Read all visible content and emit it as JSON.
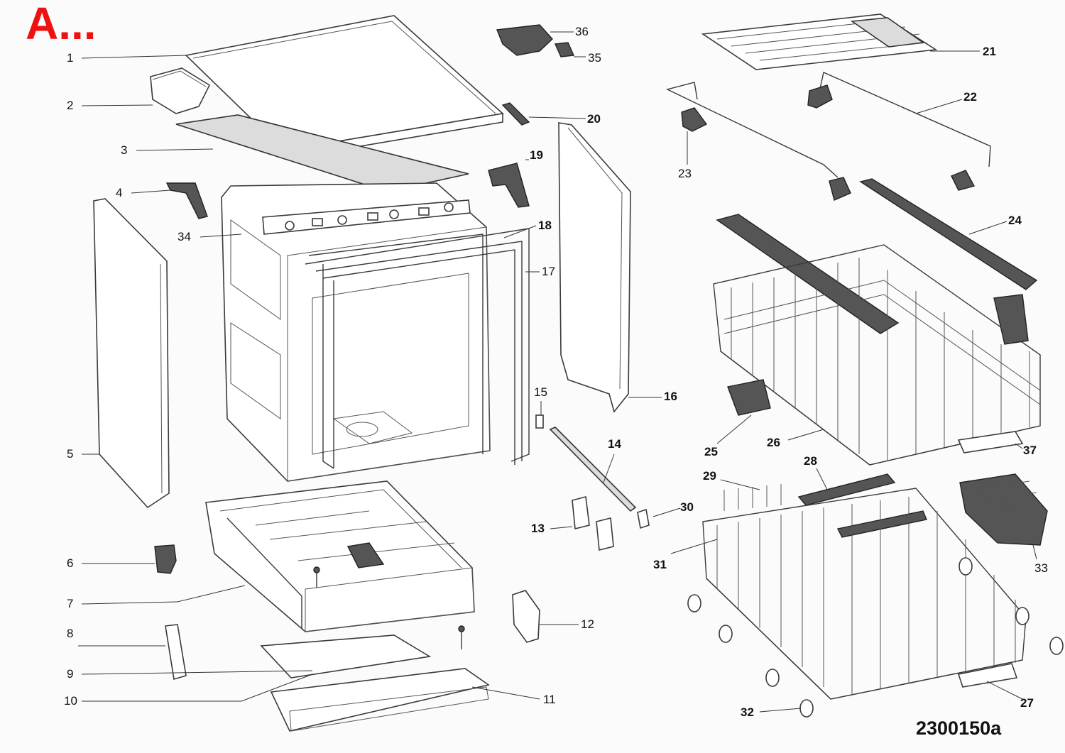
{
  "corner_label": "A...",
  "drawing_code": "2300150a",
  "part_numbers": [
    "1",
    "2",
    "3",
    "4",
    "5",
    "6",
    "7",
    "8",
    "9",
    "10",
    "11",
    "12",
    "13",
    "14",
    "15",
    "16",
    "17",
    "18",
    "19",
    "20",
    "21",
    "22",
    "23",
    "24",
    "25",
    "26",
    "27",
    "28",
    "29",
    "30",
    "31",
    "32",
    "33",
    "34",
    "35",
    "36",
    "37"
  ]
}
